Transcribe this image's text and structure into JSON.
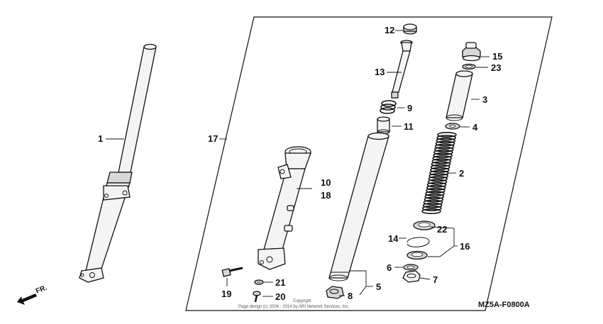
{
  "diagram": {
    "diagram_code": "MZ5A-F0800A",
    "direction_label": "FR.",
    "copyright_line1": "Copyright",
    "copyright_line2": "Page design (c) 2004 - 2014 by ARI Network Services, Inc.",
    "callouts": {
      "p1": "1",
      "p2": "2",
      "p3": "3",
      "p4": "4",
      "p5": "5",
      "p6": "6",
      "p7": "7",
      "p8": "8",
      "p9": "9",
      "p10": "10",
      "p11": "11",
      "p12": "12",
      "p13": "13",
      "p14": "14",
      "p15": "15",
      "p16": "16",
      "p17": "17",
      "p18": "18",
      "p19": "19",
      "p20": "20",
      "p21": "21",
      "p22": "22",
      "p23": "23"
    }
  }
}
